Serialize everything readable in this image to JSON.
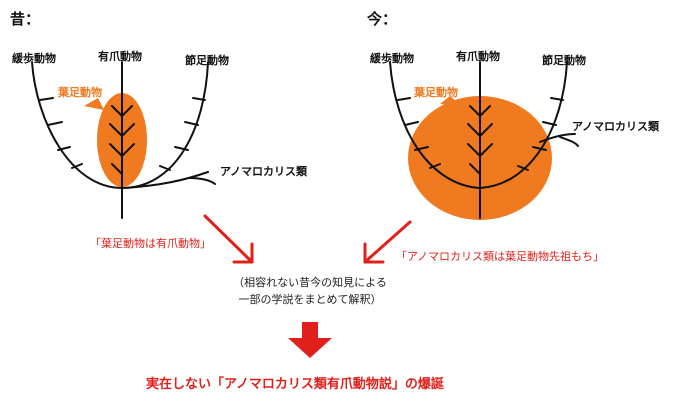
{
  "past": {
    "header": "昔：",
    "labels": {
      "lobopodians": "緩歩動物",
      "onychophorans": "有爪動物",
      "arthropods": "節足動物",
      "lobopod": "葉足動物",
      "anomalocaris": "アノマロカリス類"
    },
    "caption": "「葉足動物は有爪動物」"
  },
  "present": {
    "header": "今：",
    "labels": {
      "lobopodians": "緩歩動物",
      "onychophorans": "有爪動物",
      "arthropods": "節足動物",
      "lobopod": "葉足動物",
      "anomalocaris": "アノマロカリス類"
    },
    "caption": "「アノマロカリス類は葉足動物先祖もち」"
  },
  "note": {
    "line1": "（相容れない昔今の知見による",
    "line2": "一部の学説をまとめて解釈）"
  },
  "conclusion": "実在しない「アノマロカリス類有爪動物説」の爆誕",
  "colors": {
    "orange": "#f07a20",
    "red": "#e0201a",
    "line": "#111111"
  }
}
